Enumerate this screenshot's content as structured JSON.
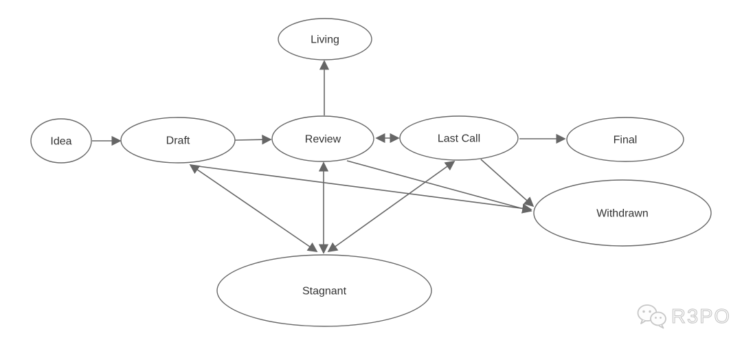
{
  "diagram": {
    "type": "flowchart",
    "nodes": {
      "idea": {
        "label": "Idea"
      },
      "draft": {
        "label": "Draft"
      },
      "review": {
        "label": "Review"
      },
      "living": {
        "label": "Living"
      },
      "last_call": {
        "label": "Last Call"
      },
      "final": {
        "label": "Final"
      },
      "withdrawn": {
        "label": "Withdrawn"
      },
      "stagnant": {
        "label": "Stagnant"
      }
    },
    "edges": [
      {
        "from": "Idea",
        "to": "Draft",
        "direction": "one-way"
      },
      {
        "from": "Draft",
        "to": "Review",
        "direction": "one-way"
      },
      {
        "from": "Review",
        "to": "Last Call",
        "direction": "two-way"
      },
      {
        "from": "Last Call",
        "to": "Final",
        "direction": "one-way"
      },
      {
        "from": "Review",
        "to": "Living",
        "direction": "one-way"
      },
      {
        "from": "Draft",
        "to": "Stagnant",
        "direction": "two-way"
      },
      {
        "from": "Review",
        "to": "Stagnant",
        "direction": "two-way"
      },
      {
        "from": "Last Call",
        "to": "Stagnant",
        "direction": "two-way"
      },
      {
        "from": "Draft",
        "to": "Withdrawn",
        "direction": "one-way"
      },
      {
        "from": "Review",
        "to": "Withdrawn",
        "direction": "one-way"
      },
      {
        "from": "Last Call",
        "to": "Withdrawn",
        "direction": "one-way"
      }
    ],
    "colors": {
      "background": "#ffffff",
      "node_fill": "#ffffff",
      "node_stroke": "#666666",
      "edge": "#666666",
      "label_text": "#333333",
      "watermark": "#cccccc"
    }
  },
  "watermark": {
    "label": "R3PO",
    "icon": "wechat-chat-bubbles-icon"
  }
}
